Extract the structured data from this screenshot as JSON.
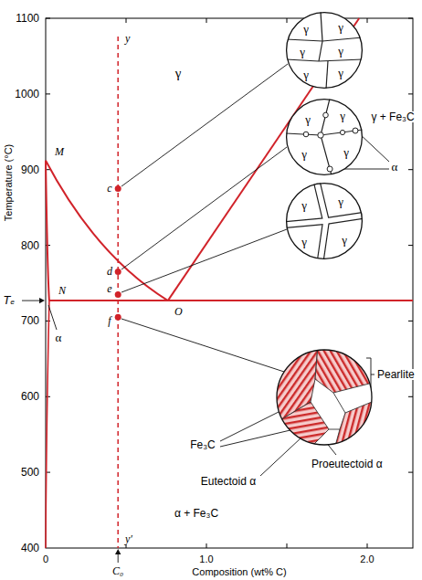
{
  "diagram": {
    "nodes": [
      {
        "text": [
          "γ",
          "γ",
          "γ",
          "γ",
          "γ",
          "γ"
        ]
      },
      {
        "text": [
          "γ",
          "γ",
          "γ",
          "γ"
        ]
      },
      {
        "text": [
          "γ",
          "γ",
          "γ",
          "γ"
        ]
      }
    ],
    "labels": [
      "1100",
      "1000",
      "900",
      "800",
      "700",
      "600",
      "500",
      "400",
      "Temperature (°C)",
      "Tₑ",
      "0",
      "1.0",
      "2.0",
      "Composition (wt% C)",
      "C₀",
      "γ",
      "γ + Fe₃C",
      "α + Fe₃C",
      "M",
      "N",
      "O",
      "c",
      "d",
      "e",
      "f",
      "y",
      "y′",
      "α",
      "α",
      "Pearlite",
      "Fe₃C",
      "Eutectoid α",
      "Proeutectoid α"
    ]
  }
}
